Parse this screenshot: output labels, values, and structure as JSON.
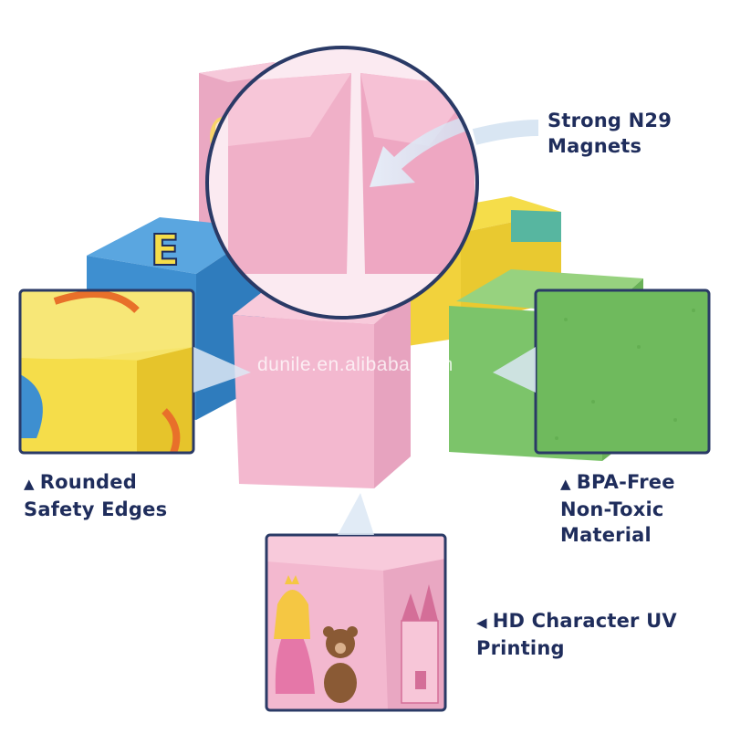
{
  "callouts": {
    "magnets": {
      "line1": "Strong N29",
      "line2": "Magnets"
    },
    "edges": {
      "line1": "Rounded",
      "line2": "Safety Edges"
    },
    "bpa": {
      "line1": "BPA-Free",
      "line2": "Non-Toxic",
      "line3": "Material"
    },
    "printing": {
      "line1": "HD Character UV",
      "line2": "Printing"
    }
  },
  "watermark": "dunile.en.alibaba.com",
  "colors": {
    "label_text": "#1f2d5c",
    "pink_block": "#f3b8cf",
    "yellow_block": "#f5dd4a",
    "blue_block": "#3e8fd0",
    "green_block": "#7cc46a",
    "frame_border": "#2a3a66"
  },
  "icons": {
    "callout_marker": "triangle-icon"
  }
}
